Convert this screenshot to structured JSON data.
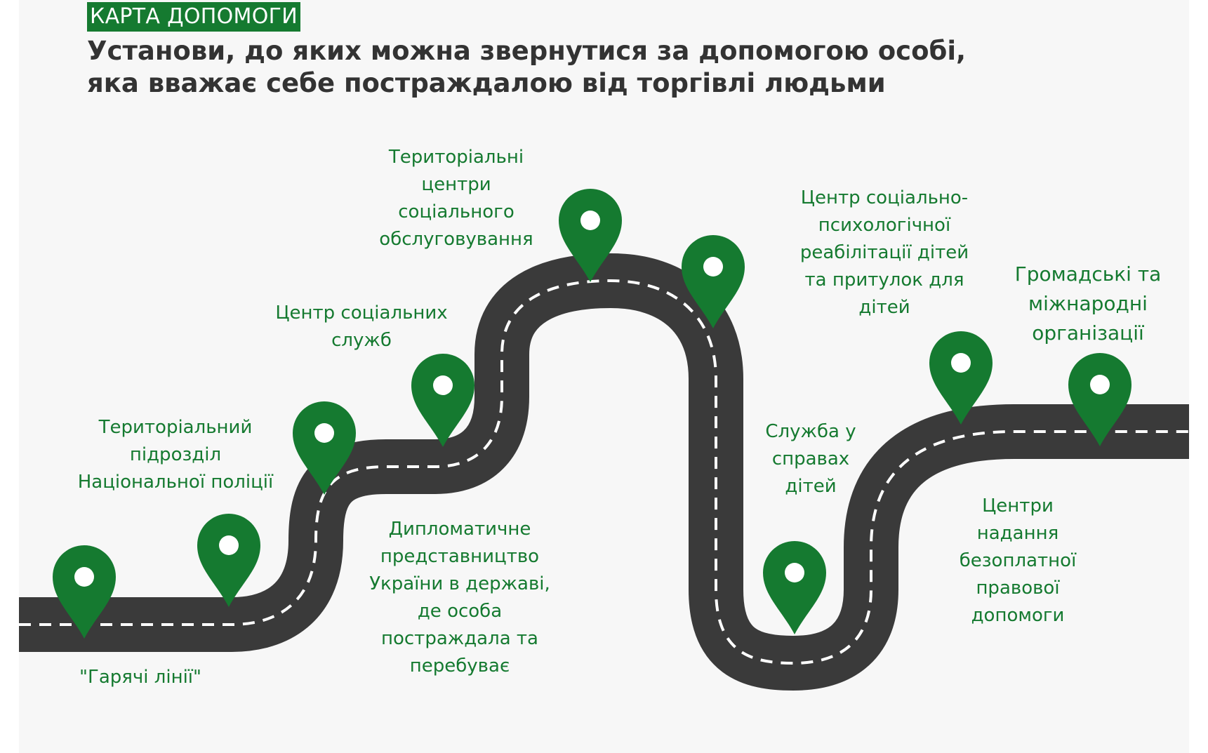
{
  "header": {
    "tag": "КАРТА ДОПОМОГИ",
    "title": "Установи, до яких можна звернутися за допомогою особі, яка вважає себе постраждалою від торгівлі людьми"
  },
  "colors": {
    "green": "#157a30",
    "road": "#3a3a3a",
    "background": "#f7f7f7",
    "title": "#333333"
  },
  "pin_icon": "map-pin-icon",
  "labels": [
    {
      "id": "hotlines",
      "text": "\"Гарячі лінії\""
    },
    {
      "id": "police",
      "text": "Територіальний\nпідрозділ\nНаціональної поліції"
    },
    {
      "id": "social-services",
      "text": "Центр соціальних\nслужб"
    },
    {
      "id": "territorial-centers",
      "text": "Територіальні\nцентри\nсоціального\nобслуговування"
    },
    {
      "id": "diplomatic",
      "text": "Дипломатичне\nпредставництво\nУкраїни в державі,\nде особа\nпостраждала та\nперебуває"
    },
    {
      "id": "rehab-center",
      "text": "Центр соціально-\nпсихологічної\nреабілітації дітей\nта притулок для\nдітей"
    },
    {
      "id": "children-service",
      "text": "Служба у\nсправах\nдітей"
    },
    {
      "id": "public-orgs",
      "text": "Громадські та\nміжнародні\nорганізації"
    },
    {
      "id": "legal-aid",
      "text": "Центри\nнадання\nбезоплатної\nправової\nдопомоги"
    }
  ]
}
